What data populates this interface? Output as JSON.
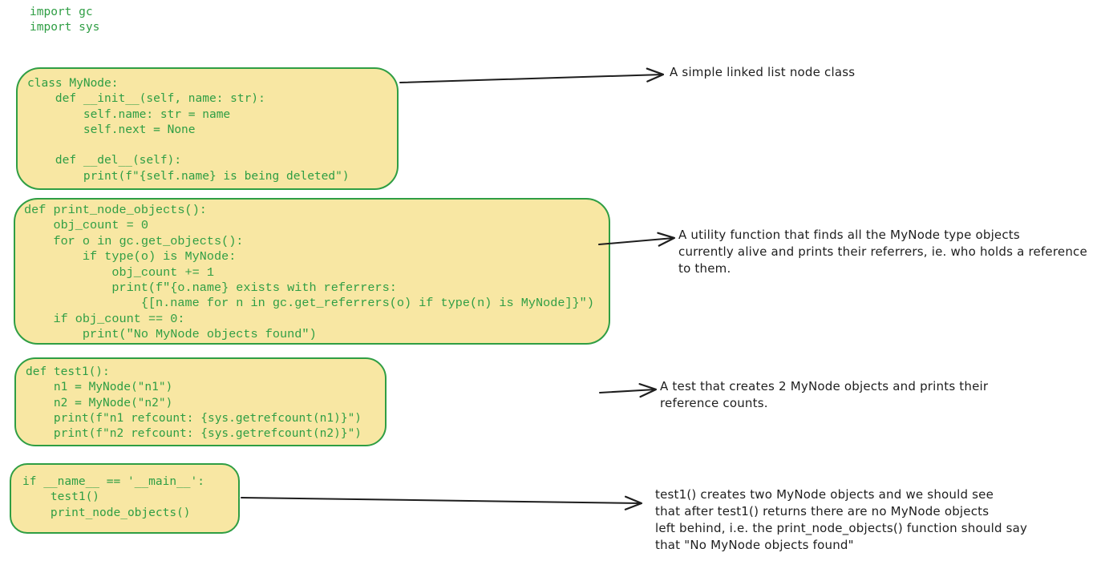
{
  "colors": {
    "background": "#ffffff",
    "box_fill": "#f8e7a3",
    "box_border": "#2f9e44",
    "code_text": "#2f9e44",
    "ink": "#1e1e1e"
  },
  "imports": {
    "lines": [
      "import gc",
      "import sys"
    ]
  },
  "code_blocks": {
    "class_mynode": {
      "lines": [
        "class MyNode:",
        "    def __init__(self, name: str):",
        "        self.name: str = name",
        "        self.next = None",
        "",
        "    def __del__(self):",
        "        print(f\"{self.name} is being deleted\")"
      ]
    },
    "print_node_objects": {
      "lines": [
        "def print_node_objects():",
        "    obj_count = 0",
        "    for o in gc.get_objects():",
        "        if type(o) is MyNode:",
        "            obj_count += 1",
        "            print(f\"{o.name} exists with referrers:",
        "                {[n.name for n in gc.get_referrers(o) if type(n) is MyNode]}\")",
        "    if obj_count == 0:",
        "        print(\"No MyNode objects found\")"
      ]
    },
    "test1": {
      "lines": [
        "def test1():",
        "    n1 = MyNode(\"n1\")",
        "    n2 = MyNode(\"n2\")",
        "    print(f\"n1 refcount: {sys.getrefcount(n1)}\")",
        "    print(f\"n2 refcount: {sys.getrefcount(n2)}\")"
      ]
    },
    "main_guard": {
      "lines": [
        "if __name__ == '__main__':",
        "    test1()",
        "    print_node_objects()"
      ]
    }
  },
  "annotations": {
    "class_mynode": {
      "lines": [
        "A simple linked list node class"
      ]
    },
    "print_node_objects": {
      "lines": [
        "A utility function that finds all the MyNode type objects",
        "currently alive and prints their referrers, ie. who holds a reference",
        "to them."
      ]
    },
    "test1": {
      "lines": [
        "A test that creates 2 MyNode objects and prints their",
        "reference counts."
      ]
    },
    "main_guard": {
      "lines": [
        "test1() creates two MyNode objects and we should see",
        "that after test1() returns there are no MyNode objects",
        "left behind, i.e. the print_node_objects() function should say",
        "that \"No MyNode objects found\""
      ]
    }
  }
}
